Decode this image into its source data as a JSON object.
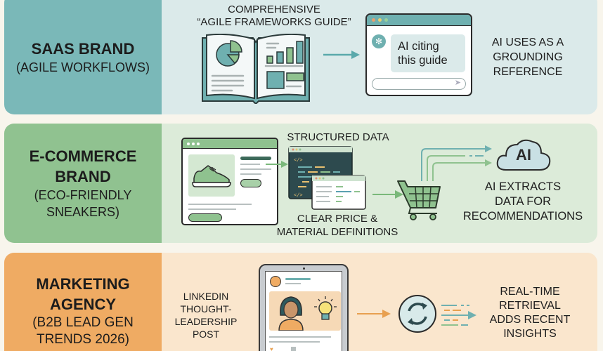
{
  "colors": {
    "background": "#f8f5ec",
    "saas_label": "#7ab8b8",
    "saas_content": "#dbeaea",
    "ecom_label": "#90c290",
    "ecom_content": "#dcebd9",
    "agency_label": "#efab63",
    "agency_content": "#fae6cd"
  },
  "rows": [
    {
      "title": "SAAS BRAND",
      "subtitle_lines": [
        "(AGILE WORKFLOWS)"
      ],
      "asset_caption": [
        "COMPREHENSIVE",
        "“AGILE FRAMEWORKS GUIDE”"
      ],
      "chat_bubble": [
        "AI citing",
        "this guide"
      ],
      "outcome": [
        "AI USES AS A",
        "GROUNDING",
        "REFERENCE"
      ],
      "icons": [
        "open-book-icon",
        "pie-chart-icon",
        "bar-chart-icon",
        "arrow-right-icon",
        "chat-window-icon",
        "ai-logo-icon",
        "send-icon"
      ]
    },
    {
      "title_lines": [
        "E-COMMERCE",
        "BRAND"
      ],
      "subtitle_lines": [
        "(ECO-FRIENDLY",
        "SNEAKERS)"
      ],
      "top_caption": "STRUCTURED DATA",
      "bottom_caption": [
        "CLEAR PRICE &",
        "MATERIAL DEFINITIONS"
      ],
      "cloud_label": "AI",
      "outcome": [
        "AI EXTRACTS",
        "DATA FOR",
        "RECOMMENDATIONS"
      ],
      "icons": [
        "product-page-icon",
        "sneaker-icon",
        "code-window-icon",
        "shopping-cart-icon",
        "cloud-icon",
        "arrow-right-icon"
      ]
    },
    {
      "title_lines": [
        "MARKETING",
        "AGENCY"
      ],
      "subtitle_lines": [
        "(B2B LEAD GEN",
        "TRENDS 2026)"
      ],
      "asset_caption": [
        "LINKEDIN",
        "THOUGHT-",
        "LEADERSHIP",
        "POST"
      ],
      "outcome": [
        "REAL-TIME",
        "RETRIEVAL",
        "ADDS RECENT",
        "INSIGHTS"
      ],
      "icons": [
        "tablet-icon",
        "avatar-icon",
        "person-icon",
        "lightbulb-icon",
        "heart-icon",
        "comment-icon",
        "arrow-right-icon",
        "refresh-icon"
      ]
    }
  ]
}
